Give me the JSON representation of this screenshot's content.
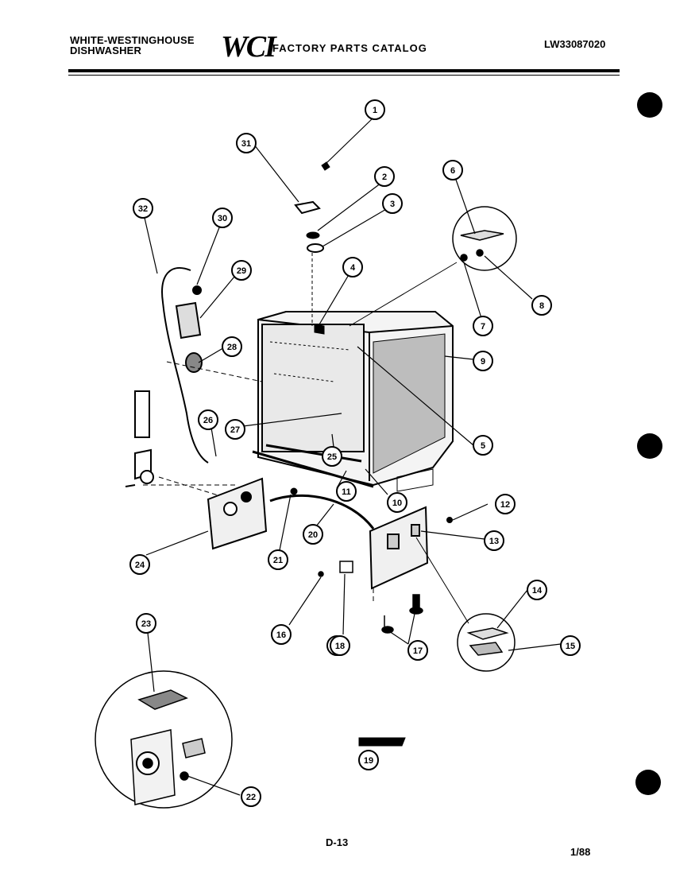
{
  "header": {
    "brand_line1": "WHITE-WESTINGHOUSE",
    "brand_line2": "DISHWASHER",
    "logo": "WCI",
    "catalog_title": "FACTORY PARTS CATALOG",
    "model_code": "LW33087020"
  },
  "diagram": {
    "callouts": [
      {
        "id": "c1",
        "label": "1"
      },
      {
        "id": "c2",
        "label": "2"
      },
      {
        "id": "c3",
        "label": "3"
      },
      {
        "id": "c4",
        "label": "4"
      },
      {
        "id": "c5",
        "label": "5"
      },
      {
        "id": "c6",
        "label": "6"
      },
      {
        "id": "c7",
        "label": "7"
      },
      {
        "id": "c8",
        "label": "8"
      },
      {
        "id": "c9",
        "label": "9"
      },
      {
        "id": "c10",
        "label": "10"
      },
      {
        "id": "c11",
        "label": "11"
      },
      {
        "id": "c12",
        "label": "12"
      },
      {
        "id": "c13",
        "label": "13"
      },
      {
        "id": "c14",
        "label": "14"
      },
      {
        "id": "c15",
        "label": "15"
      },
      {
        "id": "c16a",
        "label": "16"
      },
      {
        "id": "c16b",
        "label": "16"
      },
      {
        "id": "c17",
        "label": "17"
      },
      {
        "id": "c18",
        "label": "18"
      },
      {
        "id": "c19",
        "label": "19"
      },
      {
        "id": "c20",
        "label": "20"
      },
      {
        "id": "c21",
        "label": "21"
      },
      {
        "id": "c22",
        "label": "22"
      },
      {
        "id": "c23",
        "label": "23"
      },
      {
        "id": "c24",
        "label": "24"
      },
      {
        "id": "c25",
        "label": "25"
      },
      {
        "id": "c26",
        "label": "26"
      },
      {
        "id": "c27",
        "label": "27"
      },
      {
        "id": "c28",
        "label": "28"
      },
      {
        "id": "c29",
        "label": "29"
      },
      {
        "id": "c30",
        "label": "30"
      },
      {
        "id": "c31",
        "label": "31"
      },
      {
        "id": "c32",
        "label": "32"
      }
    ]
  },
  "footer": {
    "page_number": "D-13",
    "date": "1/88"
  }
}
